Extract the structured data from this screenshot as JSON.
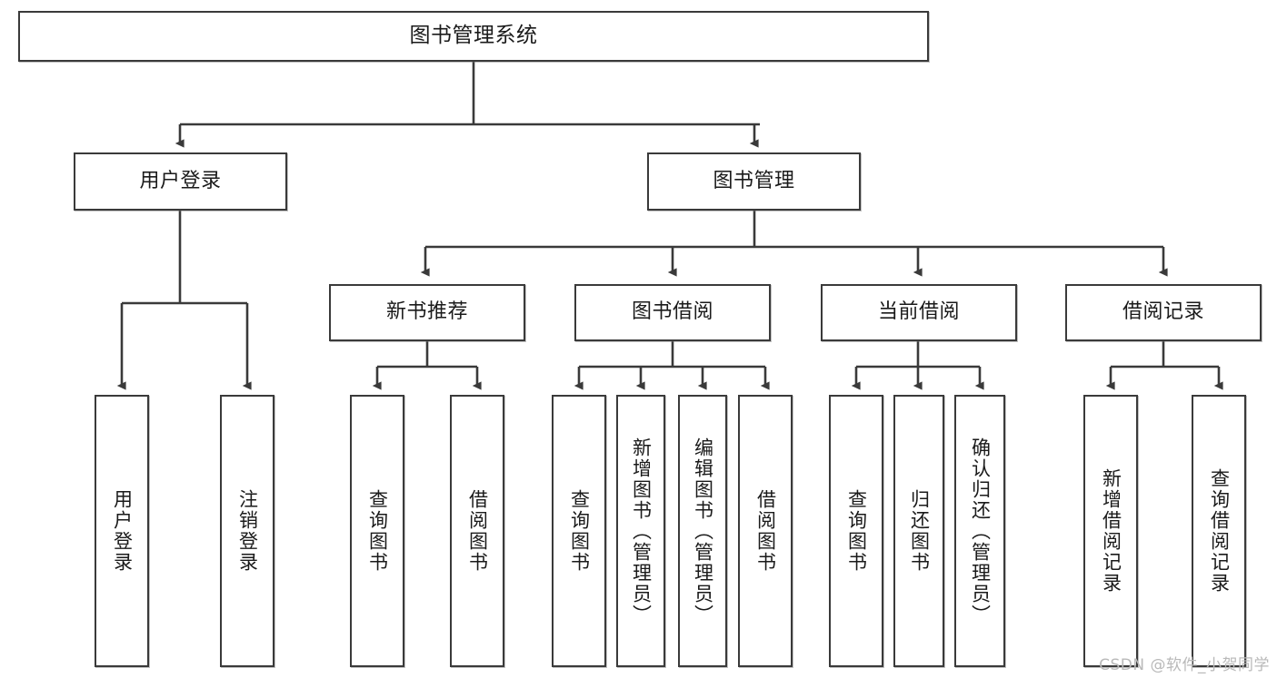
{
  "diagram": {
    "title": "图书管理系统",
    "type": "tree-hierarchy-diagram",
    "watermark": "CSDN @软件_小贺同学",
    "colors": {
      "box_border": "#3a3a3a",
      "box_fill": "#ffffff",
      "connector": "#3a3a3a",
      "text": "#1a1a1a",
      "watermark": "#b9b9b9",
      "background": "#ffffff"
    },
    "levels": {
      "root": {
        "label": "图书管理系统"
      },
      "level2": [
        {
          "label": "用户登录"
        },
        {
          "label": "图书管理"
        }
      ],
      "level3": [
        {
          "label": "新书推荐"
        },
        {
          "label": "图书借阅"
        },
        {
          "label": "当前借阅"
        },
        {
          "label": "借阅记录"
        }
      ],
      "leaves": {
        "user_login": [
          {
            "label": "用户登录"
          },
          {
            "label": "注销登录"
          }
        ],
        "new_book_recommend": [
          {
            "label": "查询图书"
          },
          {
            "label": "借阅图书"
          }
        ],
        "book_borrow": [
          {
            "label": "查询图书"
          },
          {
            "label": "新增图书（管理员）"
          },
          {
            "label": "编辑图书（管理员）"
          },
          {
            "label": "借阅图书"
          }
        ],
        "current_borrow": [
          {
            "label": "查询图书"
          },
          {
            "label": "归还图书"
          },
          {
            "label": "确认归还（管理员）"
          }
        ],
        "borrow_records": [
          {
            "label": "新增借阅记录"
          },
          {
            "label": "查询借阅记录"
          }
        ]
      }
    }
  }
}
